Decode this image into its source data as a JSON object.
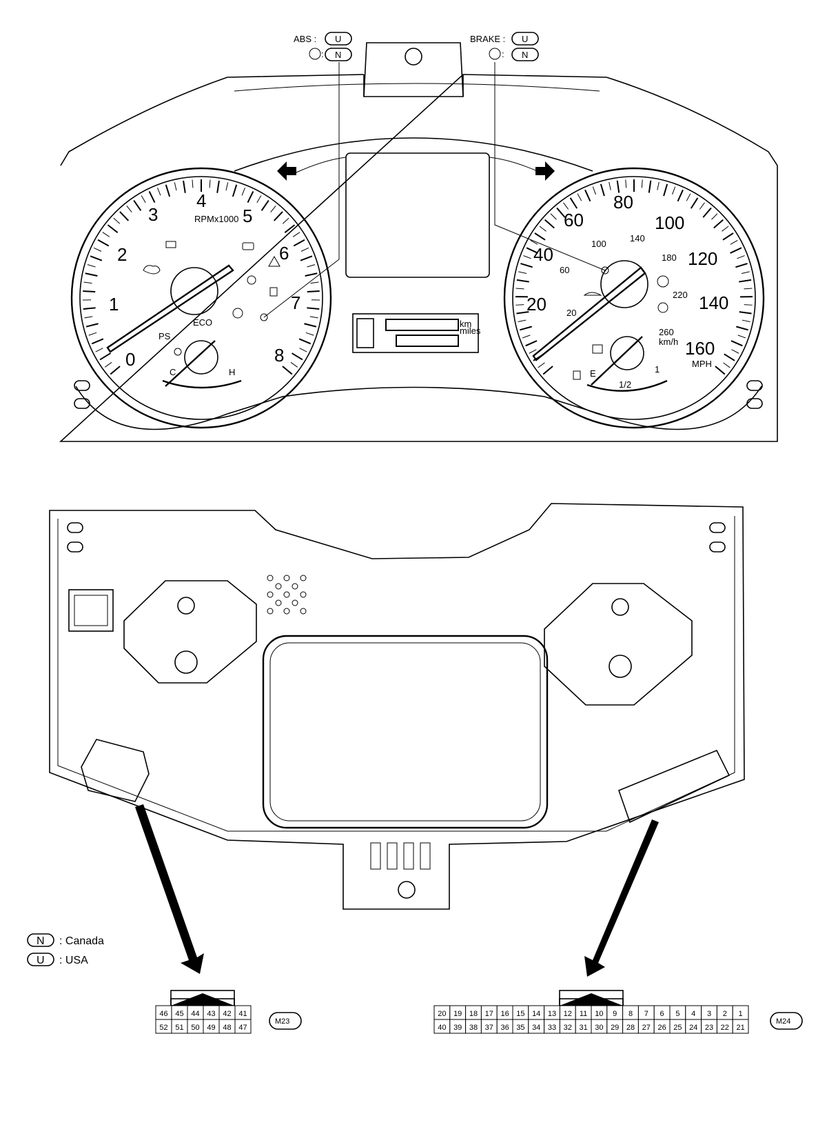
{
  "callouts": {
    "abs_label": "ABS :",
    "abs_code": "U",
    "abs_alt_code": "N",
    "brake_label": "BRAKE :",
    "brake_code": "U",
    "brake_alt_code": "N"
  },
  "tachometer": {
    "numbers": [
      "0",
      "1",
      "2",
      "3",
      "4",
      "5",
      "6",
      "7",
      "8"
    ],
    "unit": "RPMx1000",
    "temp_cold": "C",
    "temp_hot": "H",
    "eco": "ECO",
    "ps": "PS"
  },
  "speedometer": {
    "mph_numbers": [
      "20",
      "40",
      "60",
      "80",
      "100",
      "120",
      "140",
      "160"
    ],
    "kmh_numbers": [
      "20",
      "60",
      "100",
      "140",
      "180",
      "220",
      "260"
    ],
    "unit_mph": "MPH",
    "unit_kmh": "km/h",
    "fuel_empty": "E",
    "fuel_half": "1/2",
    "fuel_full": "1"
  },
  "odometer": {
    "unit_km": "km",
    "unit_miles": "miles"
  },
  "legend": [
    {
      "code": "N",
      "label": ": Canada"
    },
    {
      "code": "U",
      "label": ": USA"
    }
  ],
  "connectors": {
    "m23": {
      "id": "M23",
      "top_row": [
        "46",
        "45",
        "44",
        "43",
        "42",
        "41"
      ],
      "bottom_row": [
        "52",
        "51",
        "50",
        "49",
        "48",
        "47"
      ]
    },
    "m24": {
      "id": "M24",
      "top_row": [
        "20",
        "19",
        "18",
        "17",
        "16",
        "15",
        "14",
        "13",
        "12",
        "11",
        "10",
        "9",
        "8",
        "7",
        "6",
        "5",
        "4",
        "3",
        "2",
        "1"
      ],
      "bottom_row": [
        "40",
        "39",
        "38",
        "37",
        "36",
        "35",
        "34",
        "33",
        "32",
        "31",
        "30",
        "29",
        "28",
        "27",
        "26",
        "25",
        "24",
        "23",
        "22",
        "21"
      ]
    }
  },
  "colors": {
    "line": "#000000",
    "background": "#ffffff"
  }
}
